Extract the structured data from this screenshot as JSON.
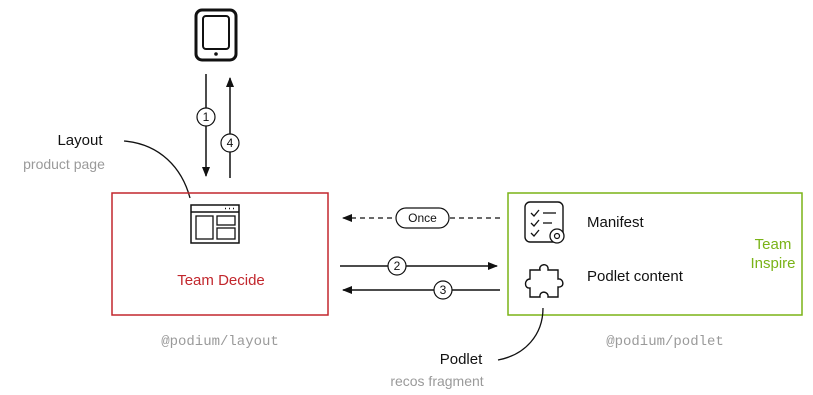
{
  "device": {
    "icon": "tablet-icon"
  },
  "layout_callout": {
    "title": "Layout",
    "subtitle": "product page"
  },
  "team_decide": {
    "name": "Team Decide",
    "package": "@podium/layout",
    "icon": "layout-icon",
    "color": "#c2272d"
  },
  "team_inspire": {
    "name_line1": "Team",
    "name_line2": "Inspire",
    "package": "@podium/podlet",
    "color": "#7ab317",
    "items": [
      {
        "label": "Manifest",
        "icon": "checklist-gear-icon"
      },
      {
        "label": "Podlet content",
        "icon": "puzzle-icon"
      }
    ]
  },
  "podlet_callout": {
    "title": "Podlet",
    "subtitle": "recos fragment"
  },
  "steps": {
    "s1": "1",
    "s2": "2",
    "s3": "3",
    "s4": "4",
    "once": "Once"
  }
}
